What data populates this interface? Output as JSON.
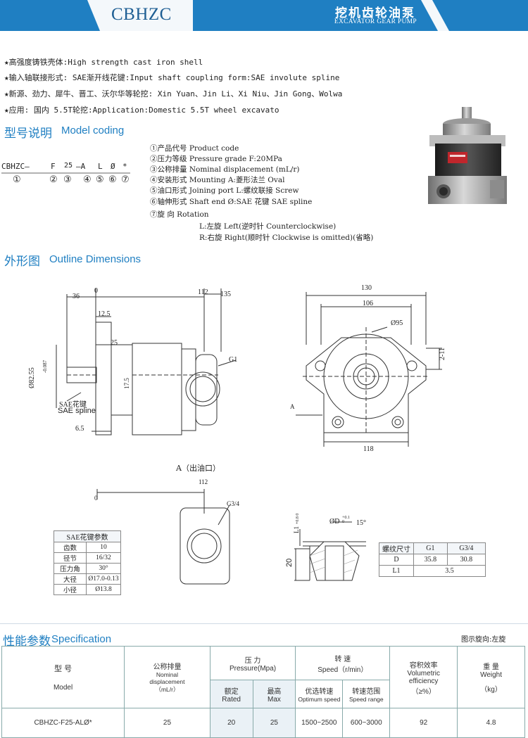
{
  "header": {
    "code": "CBHZC",
    "title_cn": "挖机齿轮油泵",
    "title_en": "EXCAVATOR GEAR PUMP"
  },
  "features": [
    "★高强度铸铁壳体:High strength cast iron shell",
    "★输入轴联接形式: SAE渐开线花键:Input shaft coupling form:SAE involute spline",
    "★新源、劲力、犀牛、晋工、沃尔华等轮挖: Xin Yuan、Jin Li、Xi Niu、Jin Gong、Wolwa",
    "★应用: 国内 5.5T轮挖:Application:Domestic 5.5T wheel excavato"
  ],
  "model_coding": {
    "title_cn": "型号说明",
    "title_en": "Model coding",
    "code_parts": [
      "CBHZC—",
      "F",
      "25",
      "—A",
      "L",
      "Ø",
      "*"
    ],
    "numbers": [
      "①",
      "②",
      "③",
      "④",
      "⑤",
      "⑥",
      "⑦"
    ],
    "legend": [
      "①产品代号   Product  code",
      "②压力等级   Pressure  grade  F:20MPa",
      "③公称排量   Nominal  displacement  (mL/r)",
      "④安装形式   Mounting  A:菱形法兰  Oval",
      "⑤油口形式   Joining  port   L:螺纹联接 Screw",
      "⑥轴伸形式   Shaft end Ø:SAE 花键  SAE spline",
      "⑦旋  向    Rotation",
      "L:左旋  Left(逆时针   Counterclockwise)",
      "R:右旋 Right(顺时针  Clockwise is omitted)(省略)"
    ]
  },
  "outline": {
    "title_cn": "外形图",
    "title_en": "Outline Dimensions",
    "side_dims": [
      "36",
      "0",
      "112",
      "135",
      "12.5",
      "25",
      "G1",
      "17.5",
      "6.5",
      "Ø82.55",
      "0\n-0.087",
      "SAE花键",
      "SAE spline"
    ],
    "side_dim": {
      "d36": "36",
      "d0": "0",
      "d112": "112",
      "d135": "135",
      "d12_5": "12.5",
      "d25": "25",
      "g1": "G1",
      "d17_5": "17.5",
      "d6_5": "6.5",
      "dia": "Ø82.55",
      "tol": "-0.087",
      "sae_cn": "SAE花键",
      "sae_en": "SAE spline"
    },
    "front_dim": {
      "d130": "130",
      "d106": "106",
      "d95": "Ø95",
      "d2_11": "2-11",
      "d118": "118",
      "a": "A"
    },
    "port_view": {
      "caption": "A（出油口）",
      "d112": "112",
      "d0": "0",
      "g34": "G3/4"
    },
    "port_detail": {
      "d": "ØD",
      "tol": "+0.1 0",
      "angle": "15°",
      "l1": "L1",
      "l1tol": "+0.8 0",
      "d20": "20"
    }
  },
  "sae_table": {
    "title": "SAE花键参数",
    "rows": [
      [
        "齿数",
        "10"
      ],
      [
        "径节",
        "16/32"
      ],
      [
        "压力角",
        "30°"
      ],
      [
        "大径",
        "Ø17.0-0.13"
      ],
      [
        "小径",
        "Ø13.8"
      ]
    ]
  },
  "thread_table": {
    "headers": [
      "螺纹尺寸",
      "G1",
      "G3/4"
    ],
    "rows": [
      [
        "D",
        "35.8",
        "30.8"
      ],
      [
        "L1",
        "3.5"
      ]
    ]
  },
  "specification": {
    "title_cn": "性能参数",
    "title_en": "Specification",
    "note": "图示旋向:左旋",
    "col_model_cn": "型  号",
    "col_model_en": "Model",
    "col_disp_cn": "公称排量",
    "col_disp_en": "Nominal displacement",
    "col_disp_unit": "（mL/r）",
    "col_press_cn": "压  力",
    "col_press_en": "Pressure(Mpa)",
    "col_rated_cn": "额定",
    "col_rated_en": "Rated",
    "col_max_cn": "最高",
    "col_max_en": "Max",
    "col_speed_cn": "转  速",
    "col_speed_en": "Speed（r/min）",
    "col_opt_cn": "优选转速",
    "col_opt_en": "Optimum speed",
    "col_range_cn": "转速范围",
    "col_range_en": "Speed range",
    "col_eff_cn": "容积效率",
    "col_eff_en": "Volumetric efficiency",
    "col_eff_unit": "（≥%）",
    "col_wt_cn": "重  量",
    "col_wt_en": "Weight",
    "col_wt_unit": "（kg）",
    "rows": [
      {
        "model": "CBHZC-F25-ALØ*",
        "disp": "25",
        "rated": "20",
        "max": "25",
        "opt": "1500~2500",
        "range": "600~3000",
        "eff": "92",
        "weight": "4.8"
      }
    ]
  },
  "colors": {
    "accent": "#1f7fc2",
    "header_bg": "#1f7fc2",
    "line": "#333333"
  }
}
